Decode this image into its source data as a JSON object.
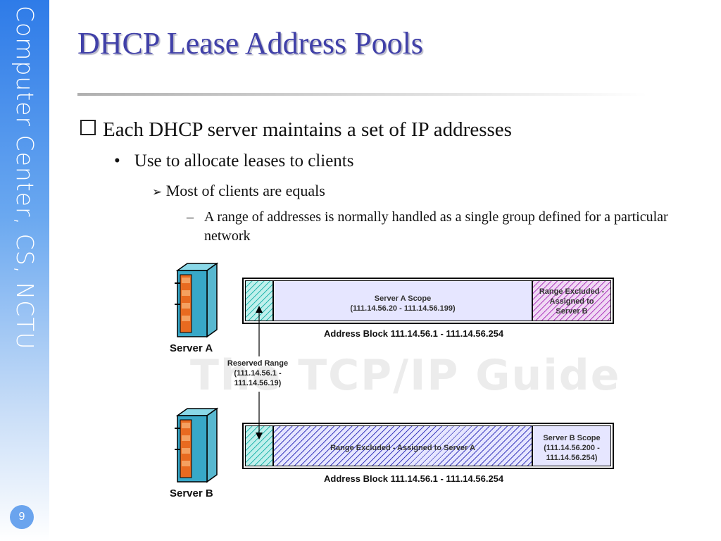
{
  "sidebar": {
    "text": "Computer Center, CS, NCTU",
    "page_number": "9"
  },
  "slide": {
    "title": "DHCP Lease Address Pools",
    "bullet_level1": "Each DHCP server maintains a set of IP addresses",
    "bullet_level2": "Use to allocate leases to clients",
    "bullet_level3": "Most of clients are equals",
    "bullet_level4": "A range of addresses is normally handled as a single group defined for a particular network"
  },
  "diagram": {
    "watermark": "The TCP/IP Guide",
    "server_a": {
      "label": "Server A",
      "scope_title": "Server A Scope",
      "scope_range": "(111.14.56.20 - 111.14.56.199)",
      "excluded_lines": [
        "Range Excluded -",
        "Assigned to",
        "Server B"
      ]
    },
    "server_b": {
      "label": "Server B",
      "excluded_text": "Range Excluded - Assigned to Server A",
      "scope_lines": [
        "Server B Scope",
        "(111.14.56.200 -",
        "111.14.56.254)"
      ]
    },
    "address_block": "Address Block 111.14.56.1 - 111.14.56.254",
    "reserved_lines": [
      "Reserved Range",
      "(111.14.56.1 -",
      "111.14.56.19)"
    ],
    "colors": {
      "title": "#4040a8",
      "sidebar_top": "#2e7be8",
      "teal_hatch": "#2ab8b0",
      "purple_hatch": "#b040c0",
      "blue_hatch": "#4040c0"
    }
  }
}
